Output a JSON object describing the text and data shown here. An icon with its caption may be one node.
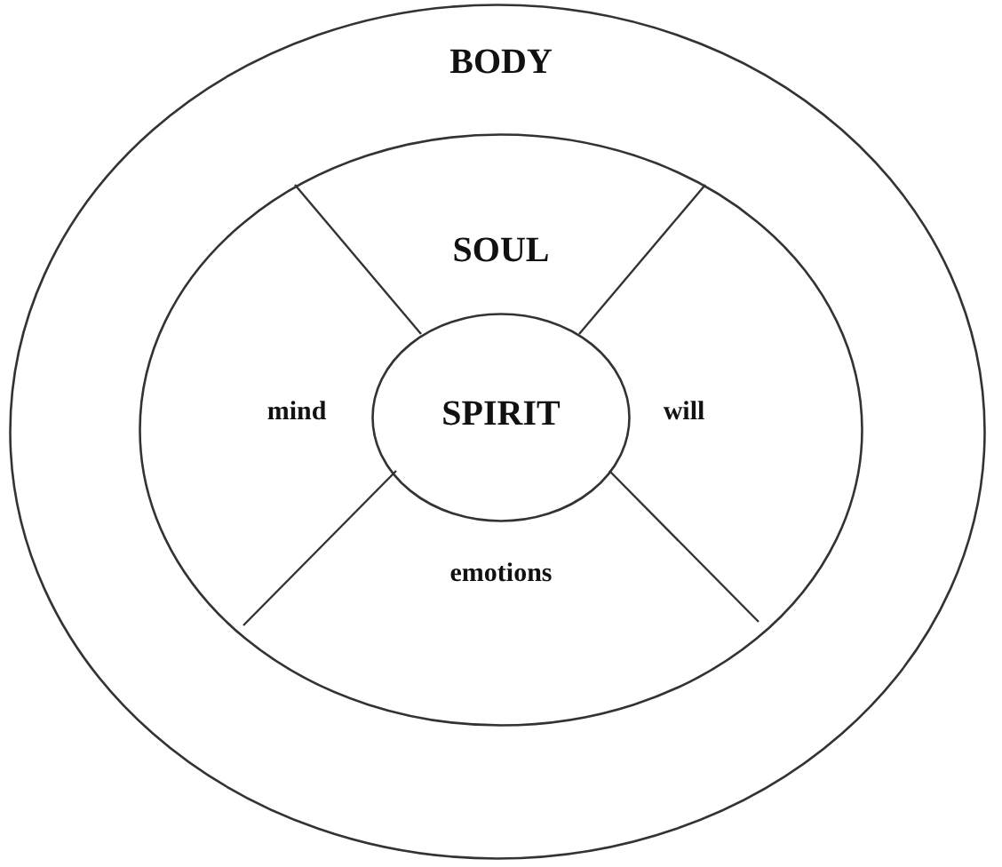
{
  "diagram": {
    "nodes": [
      {
        "text": [
          "BODY"
        ]
      },
      {
        "text": [
          "SOUL"
        ],
        "in": 0
      },
      {
        "text": [
          "SPIRIT"
        ],
        "in": 1
      }
    ],
    "labels": [
      "mind",
      "will",
      "emotions"
    ]
  }
}
